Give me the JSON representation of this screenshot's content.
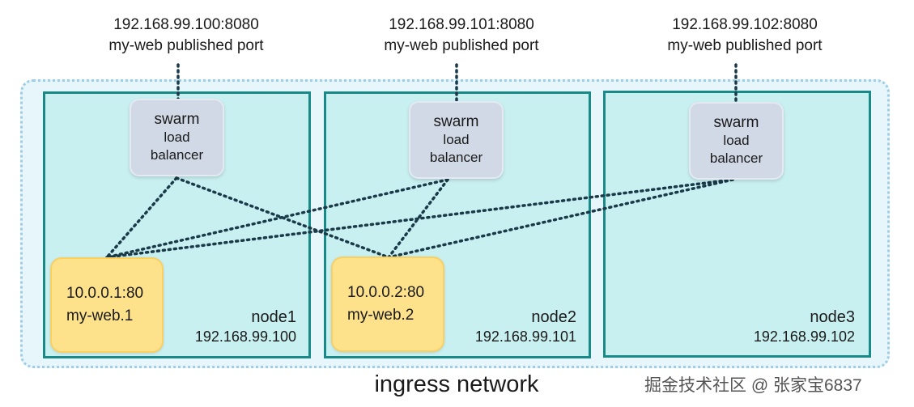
{
  "network": {
    "label": "ingress network"
  },
  "nodes": [
    {
      "name": "node1",
      "ip": "192.168.99.100",
      "published": {
        "address": "192.168.99.100:8080",
        "caption": "my-web published port"
      },
      "load_balancer": {
        "title": "swarm",
        "line2": "load",
        "line3": "balancer"
      },
      "task": {
        "address": "10.0.0.1:80",
        "name": "my-web.1"
      }
    },
    {
      "name": "node2",
      "ip": "192.168.99.101",
      "published": {
        "address": "192.168.99.101:8080",
        "caption": "my-web published port"
      },
      "load_balancer": {
        "title": "swarm",
        "line2": "load",
        "line3": "balancer"
      },
      "task": {
        "address": "10.0.0.2:80",
        "name": "my-web.2"
      }
    },
    {
      "name": "node3",
      "ip": "192.168.99.102",
      "published": {
        "address": "192.168.99.102:8080",
        "caption": "my-web published port"
      },
      "load_balancer": {
        "title": "swarm",
        "line2": "load",
        "line3": "balancer"
      }
    }
  ],
  "watermark": "掘金技术社区 @ 张家宝6837",
  "colors": {
    "node_border": "#1a8a88",
    "node_fill": "#c9f0f1",
    "ingress_border": "#9fcde6",
    "ingress_fill": "#e6f6fa",
    "load_balancer_fill": "#d1d8e6",
    "task_fill": "#fde18b",
    "link_color": "#1a3a4a"
  }
}
